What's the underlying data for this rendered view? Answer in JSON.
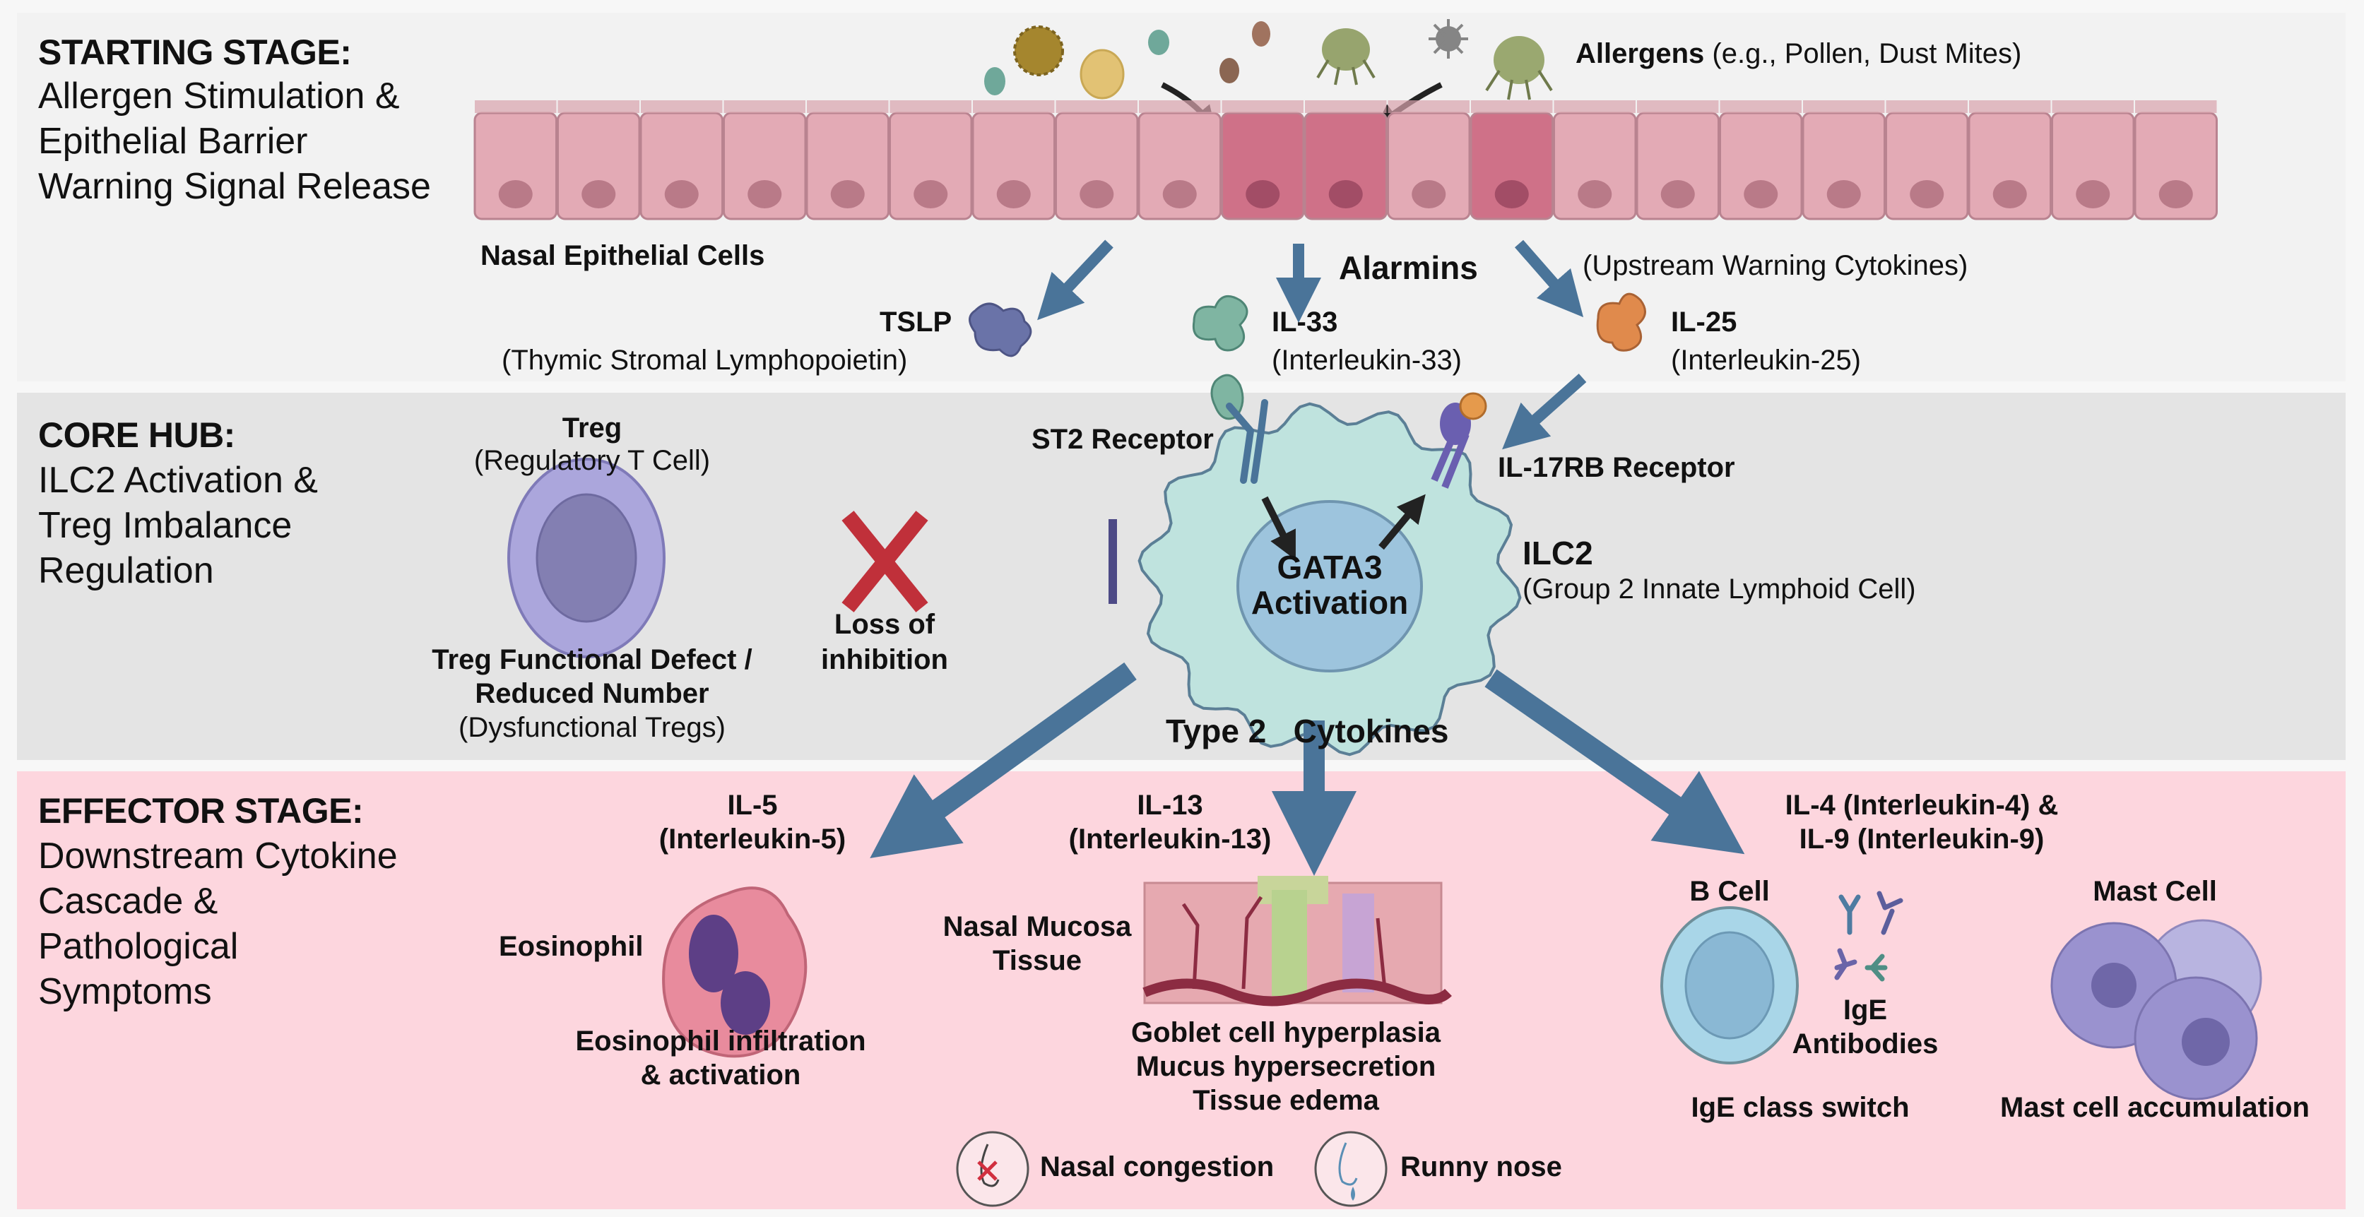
{
  "stages": {
    "starting": {
      "title": "STARTING STAGE:",
      "subtitle": "Allergen Stimulation & Epithelial Barrier Warning Signal Release"
    },
    "core": {
      "title": "CORE HUB:",
      "subtitle": "ILC2 Activation & Treg Imbalance Regulation"
    },
    "effector": {
      "title": "EFFECTOR STAGE:",
      "subtitle": "Downstream Cytokine Cascade & Pathological Symptoms"
    }
  },
  "top": {
    "allergens_bold": "Allergens",
    "allergens_note": "(e.g., Pollen, Dust Mites)",
    "epithelium_label": "Nasal Epithelial Cells",
    "alarmins_label": "Alarmins",
    "alarmins_note": "(Upstream Warning Cytokines)",
    "cytokines": [
      {
        "name": "TSLP",
        "full": "(Thymic Stromal Lymphopoietin)",
        "color": "#6a6fa8"
      },
      {
        "name": "IL-33",
        "full": "(Interleukin-33)",
        "color": "#7fb5a2"
      },
      {
        "name": "IL-25",
        "full": "(Interleukin-25)",
        "color": "#e08a4c"
      }
    ]
  },
  "core": {
    "treg_title": "Treg",
    "treg_full": "(Regulatory T Cell)",
    "treg_defect_line1": "Treg Functional Defect /",
    "treg_defect_line2": "Reduced Number",
    "treg_defect_note": "(Dysfunctional Tregs)",
    "loss_line1": "Loss of",
    "loss_line2": "inhibition",
    "st2_label": "ST2 Receptor",
    "il17rb_label": "IL-17RB Receptor",
    "gata3_line1": "GATA3",
    "gata3_line2": "Activation",
    "ilc2_title": "ILC2",
    "ilc2_full": "(Group 2 Innate Lymphoid Cell)",
    "type2_label": "Type 2   Cytokines"
  },
  "effector": {
    "il5": {
      "line1": "IL-5",
      "line2": "(Interleukin-5)",
      "cell": "Eosinophil",
      "outcome_line1": "Eosinophil infiltration",
      "outcome_line2": "& activation"
    },
    "il13": {
      "line1": "IL-13",
      "line2": "(Interleukin-13)",
      "tissue_line1": "Nasal Mucosa",
      "tissue_line2": "Tissue",
      "outcomes": [
        "Goblet cell hyperplasia",
        "Mucus hypersecretion",
        "Tissue edema"
      ]
    },
    "il4_9": {
      "line1": "IL-4 (Interleukin-4) &",
      "line2": "IL-9 (Interleukin-9)",
      "bcell": "B Cell",
      "ige_line1": "IgE",
      "ige_line2": "Antibodies",
      "bcell_outcome": "IgE class switch",
      "mast": "Mast Cell",
      "mast_outcome": "Mast cell accumulation"
    },
    "symptoms": [
      {
        "label": "Nasal congestion",
        "icon": "nasal-congestion-icon"
      },
      {
        "label": "Runny nose",
        "icon": "runny-nose-icon"
      }
    ]
  },
  "colors": {
    "arrow": "#4a7499",
    "epithelium": "#e3aab5",
    "epithelium_active": "#cf7188",
    "ilc2": "#bfe3de",
    "treg": "#a8a3d6",
    "inhibit_x": "#c0303a",
    "panel_top": "#f2f2f2",
    "panel_mid": "#e4e4e4",
    "panel_bot": "#fdd6de"
  }
}
